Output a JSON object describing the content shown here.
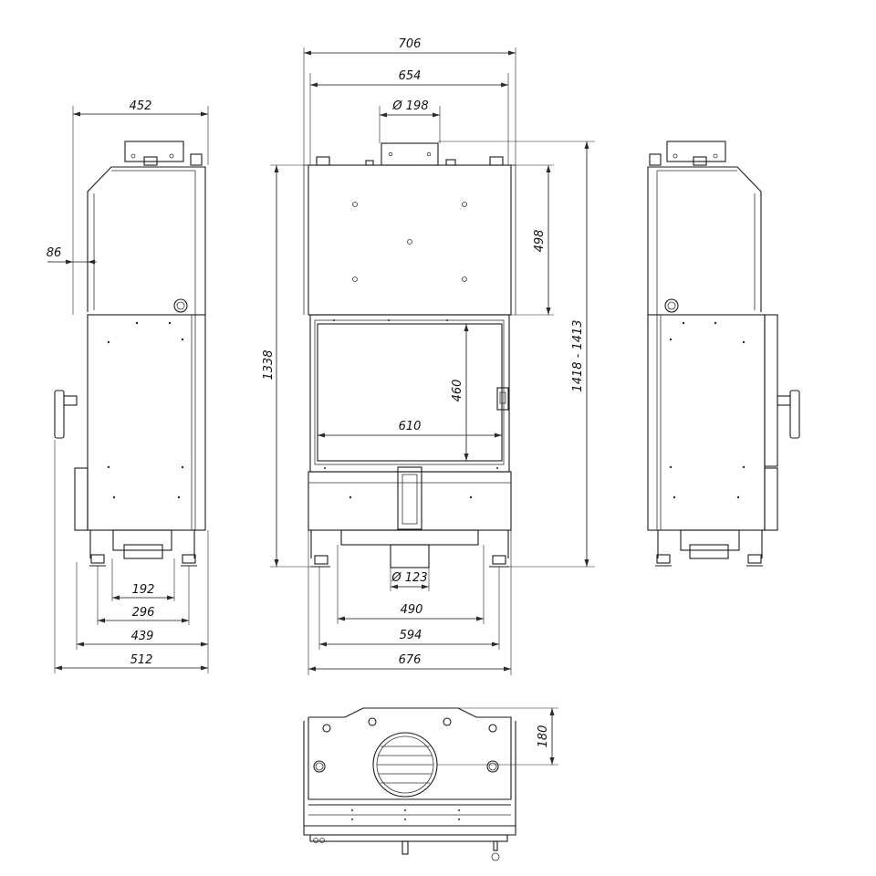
{
  "side_view_left": {
    "depth_top": "452",
    "offset": "86",
    "leg_spacing_inner": "192",
    "leg_spacing_outer": "296",
    "base_depth": "439",
    "total_depth": "512"
  },
  "front_view": {
    "overall_width": "706",
    "body_width": "654",
    "flue_diameter": "Ø 198",
    "hood_height": "498",
    "total_height": "1338",
    "height_range": "1418 - 1413",
    "glass_height": "460",
    "glass_width": "610",
    "air_inlet_diameter": "Ø 123",
    "plinth_width": "490",
    "leg_span": "594",
    "base_width": "676"
  },
  "top_view": {
    "flue_offset": "180"
  }
}
